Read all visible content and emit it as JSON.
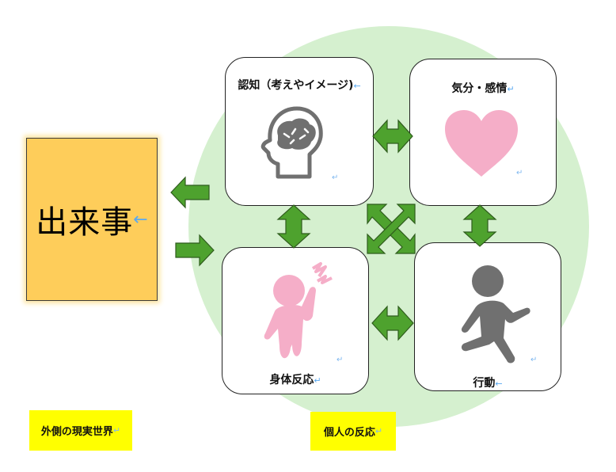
{
  "diagram": {
    "event_box": {
      "label": "出来事",
      "color": "#fecd5a"
    },
    "group_circle_color": "#d5f0cf",
    "arrow_color": "#4ea22e",
    "cards": [
      {
        "id": "cognition",
        "title": "認知（考えやイメージ)",
        "icon": "brain-head-icon",
        "icon_color": "#707070"
      },
      {
        "id": "mood",
        "title": "気分・感情",
        "icon": "heart-icon",
        "icon_color": "#f5aec8"
      },
      {
        "id": "body",
        "title": "身体反応",
        "icon": "headache-person-icon",
        "icon_color": "#f5aec8"
      },
      {
        "id": "behavior",
        "title": "行動",
        "icon": "running-person-icon",
        "icon_color": "#707070"
      }
    ],
    "labels": {
      "outer_world": "外側の現実世界",
      "personal_reaction": "個人の反応"
    },
    "paragraph_mark": "↵",
    "arrow_mark": "←"
  }
}
